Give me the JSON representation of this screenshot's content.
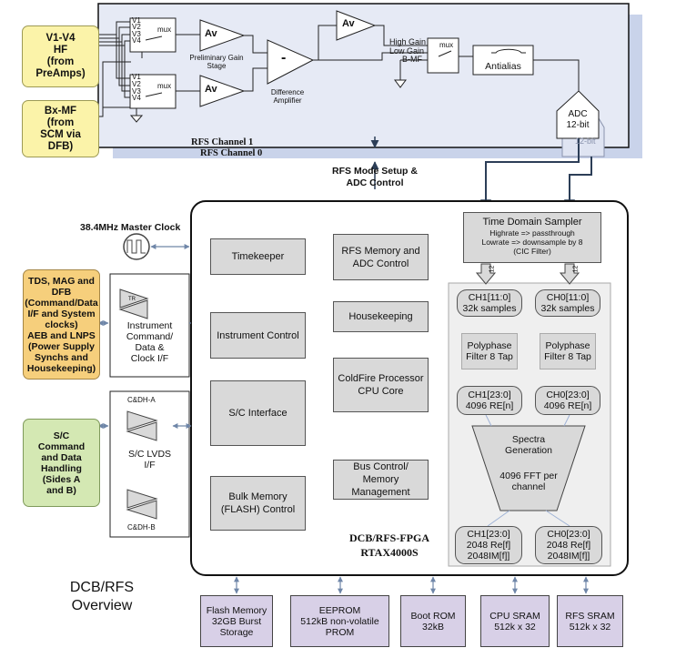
{
  "front_end": {
    "inputs": {
      "v1v4": "V1-V4\nHF\n(from\nPreAmps)",
      "bxmf": "Bx-MF\n(from\nSCM via\nDFB)"
    },
    "v_labels": [
      "V1",
      "V2",
      "V3",
      "V4"
    ],
    "mux": "mux",
    "av": "Av",
    "diff_sign": "-",
    "prelim_gain": "Preliminary Gain\nStage",
    "diff_amp": "Difference\nAmplifier",
    "high_gain": "High Gain",
    "low_gain": "Low Gain",
    "b_mf": "B-MF",
    "antialias": "Antialias",
    "adc": "ADC\n12-bit",
    "adc_shadow": "12-bit",
    "channel1": "RFS Channel 1",
    "channel0": "RFS Channel 0",
    "mode_setup": "RFS Mode Setup &\nADC Control"
  },
  "left": {
    "clock": "38.4MHz Master Clock",
    "tds_box": "TDS, MAG and\nDFB\n(Command/Data\nI/F and System\nclocks)\nAEB and LNPS\n(Power Supply\nSynchs and\nHousekeeping)",
    "instrument_if": "Instrument\nCommand/\nData &\nClock I/F",
    "tr_label": "TR",
    "sc_box": "S/C\nCommand\nand Data\nHandling\n(Sides A\nand B)",
    "cdh_a": "C&DH-A",
    "cdh_b": "C&DH-B",
    "sc_lvds": "S/C LVDS\nI/F"
  },
  "fpga": {
    "timekeeper": "Timekeeper",
    "instrument_control": "Instrument Control",
    "sc_interface": "S/C Interface",
    "bulk_memory": "Bulk Memory\n(FLASH) Control",
    "rfs_memory": "RFS Memory and\nADC Control",
    "housekeeping": "Housekeeping",
    "coldfire": "ColdFire Processor\nCPU Core",
    "bus_control": "Bus Control/\nMemory\nManagement",
    "name1": "DCB/RFS-FPGA",
    "name2": "RTAX4000S"
  },
  "dsp": {
    "tds": "Time Domain Sampler",
    "tds_sub": "Highrate => passthrough\nLowrate => downsample by 8\n(CIC Filter)",
    "bus_width": "12",
    "ch1_in": "CH1[11:0]\n32k samples",
    "ch0_in": "CH0[11:0]\n32k samples",
    "polyphase": "Polyphase\nFilter 8 Tap",
    "ch1_re": "CH1[23:0]\n4096 RE[n]",
    "ch0_re": "CH0[23:0]\n4096 RE[n]",
    "spectra": "Spectra\nGeneration",
    "fft": "4096 FFT per\nchannel",
    "ch1_out": "CH1[23:0]\n2048 Re[f]\n2048IM[f]]",
    "ch0_out": "CH0[23:0]\n2048 Re[f]\n2048IM[f]]"
  },
  "memory": {
    "flash": "Flash Memory\n32GB Burst\nStorage",
    "eeprom": "EEPROM\n512kB non-volatile\nPROM",
    "boot": "Boot ROM\n32kB",
    "cpu_sram": "CPU SRAM\n512k x 32",
    "rfs_sram": "RFS SRAM\n512k x 32"
  },
  "overview": "DCB/RFS\nOverview"
}
